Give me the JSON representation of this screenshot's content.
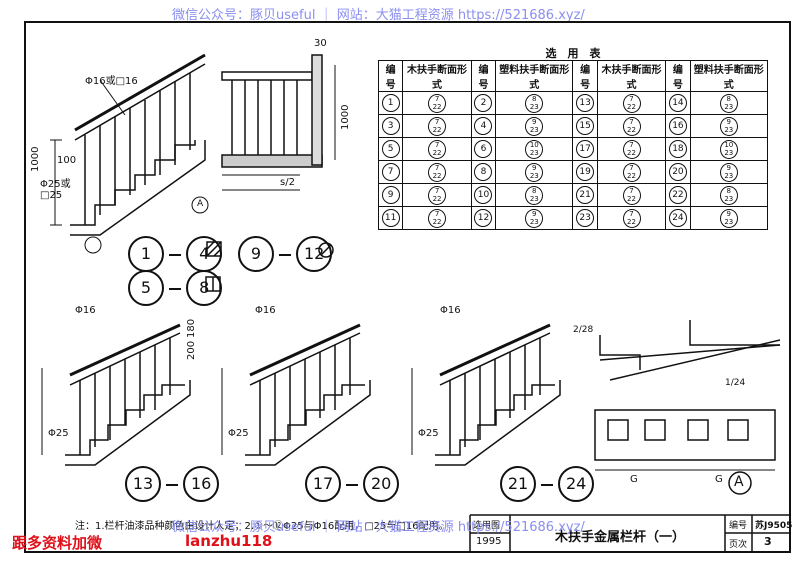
{
  "watermark_top": "微信公众号：豚贝useful ｜ 网站：大猫工程资源 https://521686.xyz/",
  "watermark_bottom": "微信公众号：豚贝useful ｜ 网站：大猫工程资源 https://521686.xyz/",
  "promo": {
    "left": "跟多资料加微",
    "right": "lanzhu118"
  },
  "table": {
    "title": "选　用　表",
    "headers": [
      "编号",
      "木扶手断面形式",
      "编号",
      "塑料扶手断面形式",
      "编号",
      "木扶手断面形式",
      "编号",
      "塑料扶手断面形式"
    ],
    "rows": [
      [
        "1",
        "7/22",
        "2",
        "8/23",
        "13",
        "7/22",
        "14",
        "8/23"
      ],
      [
        "3",
        "7/22",
        "4",
        "9/23",
        "15",
        "7/22",
        "16",
        "9/23"
      ],
      [
        "5",
        "7/22",
        "6",
        "10/23",
        "17",
        "7/22",
        "18",
        "10/23"
      ],
      [
        "7",
        "7/22",
        "8",
        "9/23",
        "19",
        "7/22",
        "20",
        "9/23"
      ],
      [
        "9",
        "7/22",
        "10",
        "8/23",
        "21",
        "7/22",
        "22",
        "8/23"
      ],
      [
        "11",
        "7/22",
        "12",
        "9/23",
        "23",
        "7/22",
        "24",
        "9/23"
      ]
    ]
  },
  "labels": {
    "rail_top_1": "Φ16或□16",
    "height_1000": "1000",
    "h100": "100",
    "phi25": "Φ25或□25",
    "dim30": "30",
    "dim1000b": "1000",
    "dim_s": "s/2",
    "phi16": "Φ16",
    "phi25b": "Φ25",
    "dim200": "200",
    "dim180": "180",
    "detail_a": "A",
    "detail_a_big": "A",
    "g1": "G",
    "g2": "G",
    "ref_2_28": "2/28",
    "ref_1_24": "1/24"
  },
  "groups": {
    "g1": [
      "1",
      "4"
    ],
    "g2": [
      "9",
      "12"
    ],
    "g3": [
      "5",
      "8"
    ],
    "g4": [
      "13",
      "16"
    ],
    "g5": [
      "17",
      "20"
    ],
    "g6": [
      "21",
      "24"
    ]
  },
  "footer": {
    "note": "注：1.栏杆油漆品种颜色由设计人定；2.①～⑫Φ25与Φ16配用，□25与□16配用。",
    "label_xuan": "选用图",
    "year": "1995",
    "title": "木扶手金属栏杆（一）",
    "code_label": "编号",
    "code": "苏J9505",
    "page_label": "页次",
    "page": "3"
  }
}
